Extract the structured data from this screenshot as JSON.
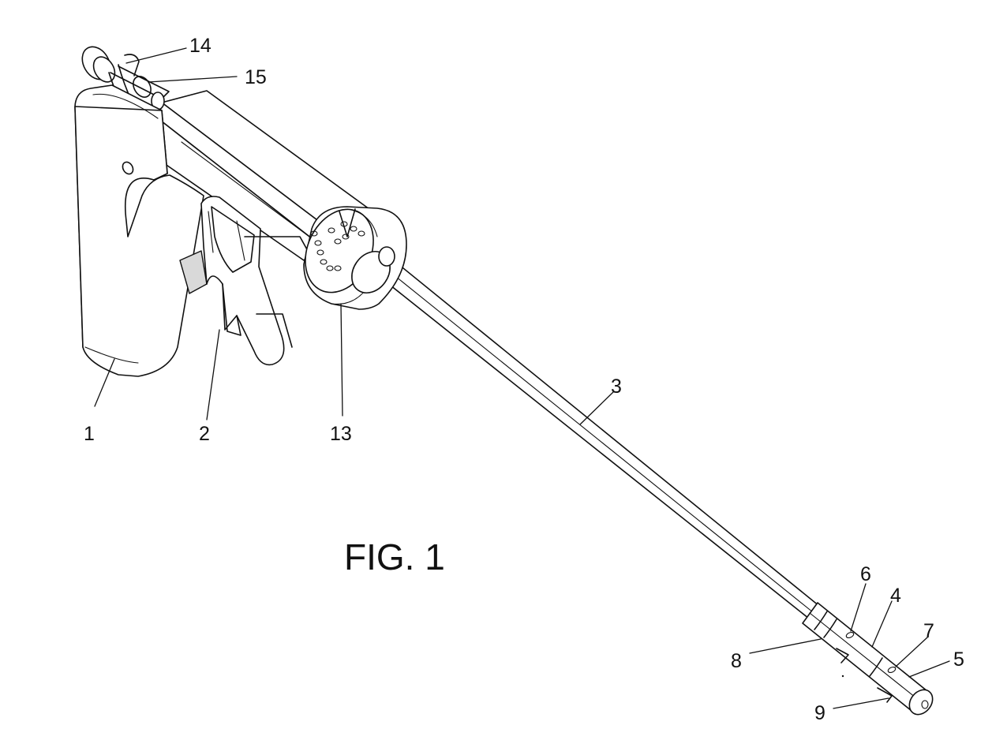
{
  "caption": "FIG. 1",
  "reference_numerals": {
    "handle": "1",
    "trigger": "2",
    "shaft": "3",
    "tip_segment": "4",
    "tip_end": "5",
    "port_proximal": "6",
    "port_distal": "7",
    "shaft_joint": "8",
    "tip_slot": "9",
    "rotation_knob": "13",
    "rear_knob": "14",
    "rear_fitting": "15"
  }
}
